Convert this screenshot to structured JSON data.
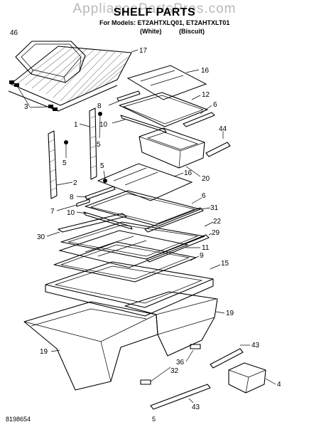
{
  "header": {
    "watermark": "AppliancePartsPros.com",
    "title": "SHELF PARTS",
    "models": "For Models: ET2AHTXLQ01, ET2AHTXLT01",
    "variant_white": "(White)",
    "variant_biscuit": "(Biscuit)"
  },
  "footer": {
    "doc_number": "8198654",
    "page_number": "5"
  },
  "callouts": {
    "c46": "46",
    "c17": "17",
    "c3": "3",
    "c16a": "16",
    "c12": "12",
    "c8a": "8",
    "c6a": "6",
    "c10a": "10",
    "c1": "1",
    "c44": "44",
    "c5a": "5",
    "c5b": "5",
    "c5c": "5",
    "c16b": "16",
    "c20": "20",
    "c2": "2",
    "c8b": "8",
    "c6b": "6",
    "c7": "7",
    "c10b": "10",
    "c31": "31",
    "c22": "22",
    "c30": "30",
    "c29": "29",
    "c11": "11",
    "c9": "9",
    "c15": "15",
    "c19a": "19",
    "c19b": "19",
    "c43a": "43",
    "c36": "36",
    "c32": "32",
    "c4": "4",
    "c43b": "43"
  }
}
